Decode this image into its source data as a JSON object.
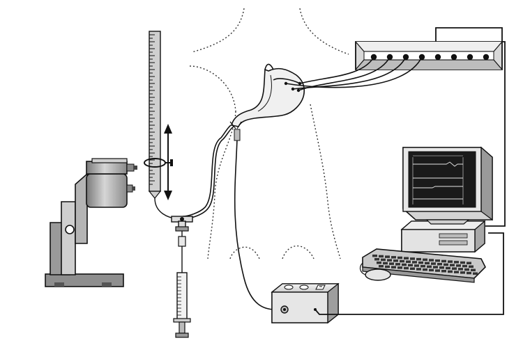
{
  "palette": {
    "background": "#ffffff",
    "line": "#111111",
    "grey_dark": "#6f6f6f",
    "grey_mid": "#9a9a9a",
    "grey_light": "#c9c9c9",
    "grey_pale": "#e2e2e2",
    "screen": "#1a1a1a",
    "trace": "#e6e6e6"
  },
  "components": {
    "body_outline": "dotted-torso-outline",
    "stomach": "stomach",
    "electrode_box": "electrode-connector-box",
    "electrode_count": 8,
    "wired_electrodes": 4,
    "computer": "computer-workstation",
    "monitor_traces": 4,
    "amplifier": "amplifier-box",
    "stand": "ring-stand-clamp",
    "manometer": "graduated-manometer-column",
    "syringe": "syringe",
    "stopcock": "three-way-stopcock"
  },
  "icons": [
    "double-arrow-icon",
    "dial-icon",
    "switch-icon",
    "connector-icon",
    "knob-icon"
  ]
}
